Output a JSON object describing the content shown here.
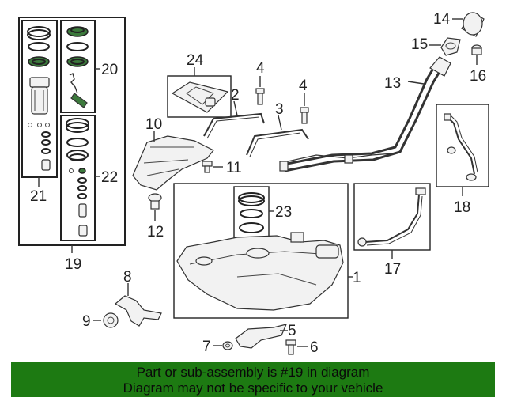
{
  "callouts": {
    "c1": "1",
    "c2": "2",
    "c3": "3",
    "c4a": "4",
    "c4b": "4",
    "c5": "5",
    "c6": "6",
    "c7": "7",
    "c8": "8",
    "c9": "9",
    "c10": "10",
    "c11": "11",
    "c12": "12",
    "c13": "13",
    "c14": "14",
    "c15": "15",
    "c16": "16",
    "c17": "17",
    "c18": "18",
    "c19": "19",
    "c20": "20",
    "c21": "21",
    "c22": "22",
    "c23": "23",
    "c24": "24"
  },
  "banner": {
    "line1": "Part or sub-assembly is #19 in diagram",
    "line2": "Diagram may not be specific to your vehicle"
  },
  "colors": {
    "banner_bg": "#1d7a12",
    "seal_green": "#3c7a3c"
  }
}
